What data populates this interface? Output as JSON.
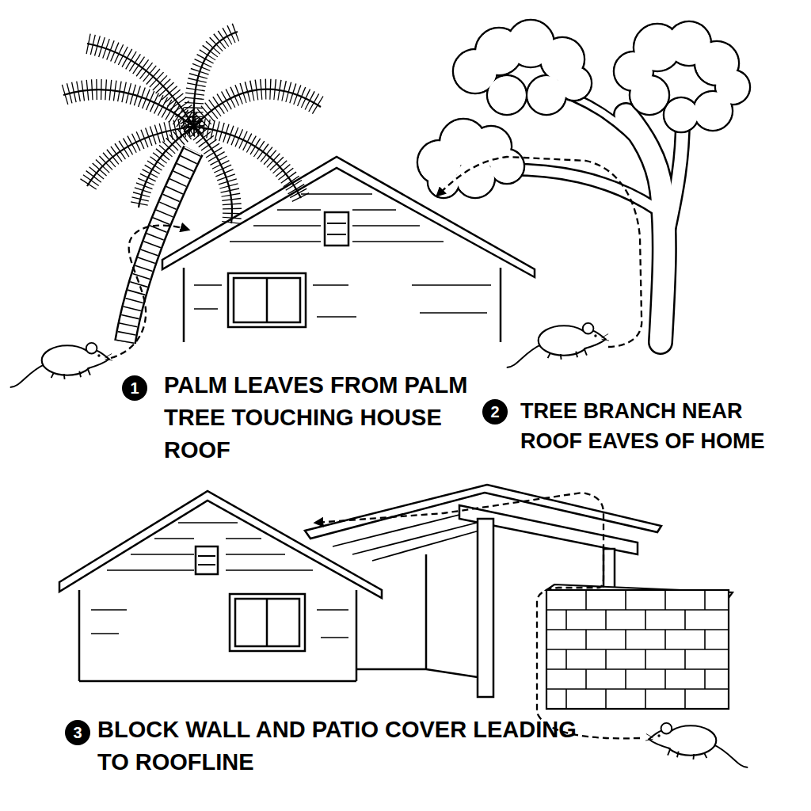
{
  "diagram": {
    "nodes": [
      {
        "text": [
          "1"
        ]
      },
      {
        "text": [
          "2"
        ]
      },
      {
        "text": [
          "3"
        ]
      }
    ],
    "labels": [
      "PALM LEAVES FROM PALM TREE TOUCHING HOUSE ROOF",
      "TREE BRANCH NEAR ROOF EAVES OF HOME",
      "BLOCK WALL AND PATIO COVER LEADING TO ROOFLINE"
    ]
  }
}
